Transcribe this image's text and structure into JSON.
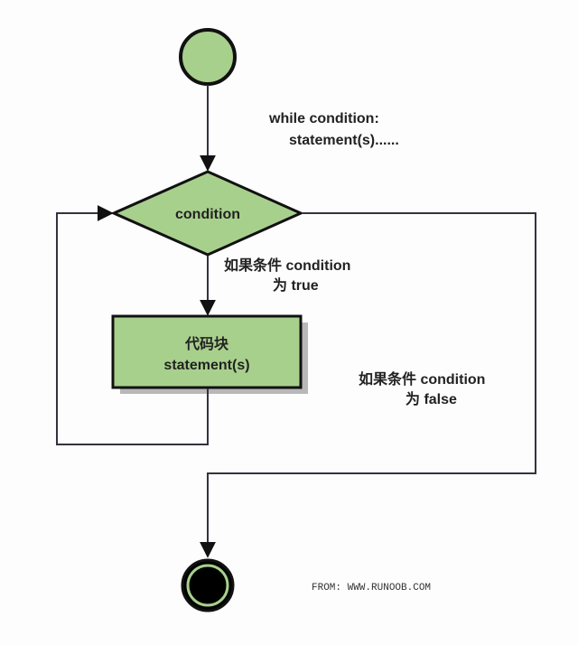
{
  "diagram": {
    "type": "flowchart",
    "title": "while loop",
    "colors": {
      "node_fill": "#a8d08d",
      "stroke": "#111111",
      "line": "#333340",
      "shadow": "#b8b8b8",
      "end_fill": "#000000"
    },
    "code_note": {
      "line1": "while condition:",
      "line2": "statement(s)......"
    },
    "nodes": {
      "start": {
        "shape": "circle",
        "label": ""
      },
      "condition": {
        "shape": "diamond",
        "label": "condition"
      },
      "block": {
        "shape": "rectangle",
        "label_line1": "代码块",
        "label_line2": "statement(s)"
      },
      "end": {
        "shape": "double-circle",
        "label": ""
      }
    },
    "edges": {
      "true_label": {
        "line1": "如果条件 condition",
        "line2": "为 true"
      },
      "false_label": {
        "line1": "如果条件 condition",
        "line2": "为 false"
      }
    },
    "credit": "FROM: WWW.RUNOOB.COM"
  }
}
